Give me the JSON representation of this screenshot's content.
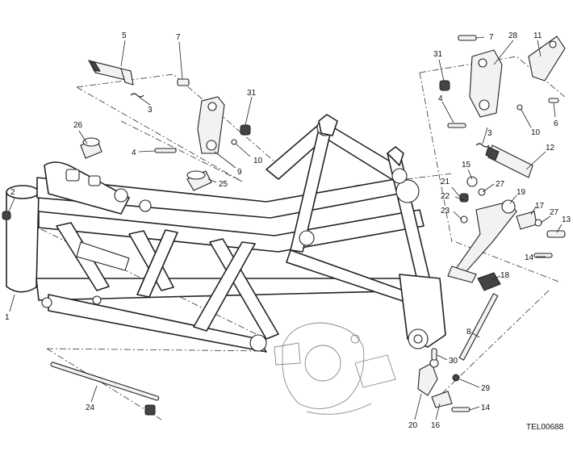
{
  "diagram": {
    "drawing_code": "TEL00688",
    "callouts": {
      "c1": "1",
      "c2": "2",
      "c3a": "3",
      "c3b": "3",
      "c4a": "4",
      "c4b": "4",
      "c5": "5",
      "c6": "6",
      "c7a": "7",
      "c7b": "7",
      "c8": "8",
      "c9": "9",
      "c10a": "10",
      "c10b": "10",
      "c11": "11",
      "c12": "12",
      "c13": "13",
      "c14a": "14",
      "c14b": "14",
      "c15": "15",
      "c16": "16",
      "c17": "17",
      "c18": "18",
      "c19": "19",
      "c20": "20",
      "c21": "21",
      "c22": "22",
      "c23": "23",
      "c24": "24",
      "c25": "25",
      "c26": "26",
      "c27a": "27",
      "c27b": "27",
      "c28": "28",
      "c29": "29",
      "c30": "30",
      "c31a": "31",
      "c31b": "31"
    }
  }
}
